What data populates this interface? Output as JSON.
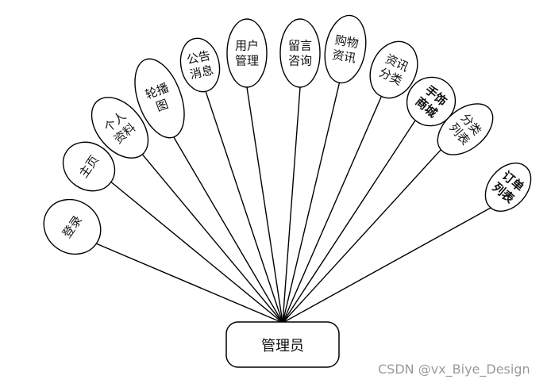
{
  "diagram": {
    "center": {
      "label": "管理员"
    },
    "nodes": [
      {
        "id": "login",
        "lines": [
          "登录"
        ]
      },
      {
        "id": "home",
        "lines": [
          "主页"
        ]
      },
      {
        "id": "profile",
        "lines": [
          "个人",
          "资料"
        ]
      },
      {
        "id": "carousel",
        "lines": [
          "轮播",
          "图"
        ]
      },
      {
        "id": "notice",
        "lines": [
          "公告",
          "消息"
        ]
      },
      {
        "id": "user-mgmt",
        "lines": [
          "用户",
          "管理"
        ]
      },
      {
        "id": "consult",
        "lines": [
          "留言",
          "咨询"
        ]
      },
      {
        "id": "shop-news",
        "lines": [
          "购物",
          "资讯"
        ]
      },
      {
        "id": "news-cat",
        "lines": [
          "资讯",
          "分类"
        ]
      },
      {
        "id": "jewelry-mall",
        "lines": [
          "手饰",
          "商城"
        ]
      },
      {
        "id": "cat-list",
        "lines": [
          "分类",
          "列表"
        ]
      },
      {
        "id": "order-list",
        "lines": [
          "订单",
          "列表"
        ]
      }
    ]
  },
  "watermark": "CSDN @vx_Biye_Design",
  "colors": {
    "stroke": "#000000",
    "text": "#111111",
    "watermark": "#9a9a9a"
  }
}
